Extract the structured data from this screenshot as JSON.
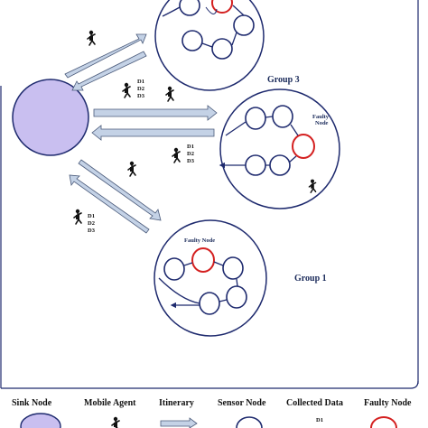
{
  "groups": {
    "group3": "Group 3",
    "group1": "Group 1"
  },
  "annotations": {
    "faulty_node": "Faulty Node",
    "faulty_node_top": "Faulty\nNode"
  },
  "data_stack": [
    "D1",
    "D2",
    "D3"
  ],
  "legend": {
    "sink_node": "Sink Node",
    "mobile_agent": "Mobile Agent",
    "itinerary": "Itinerary",
    "sensor_node": "Sensor Node",
    "collected_data": "Collected Data",
    "faulty_node": "Faulty Node",
    "collected_sample": "D1"
  },
  "colors": {
    "sink_fill": "#c9bff0",
    "sink_stroke": "#1e2a6e",
    "node_stroke": "#1e2a6e",
    "faulty_stroke": "#d42020",
    "arrow_fill": "#c4d2e6",
    "arrow_stroke": "#4a5a7a"
  }
}
